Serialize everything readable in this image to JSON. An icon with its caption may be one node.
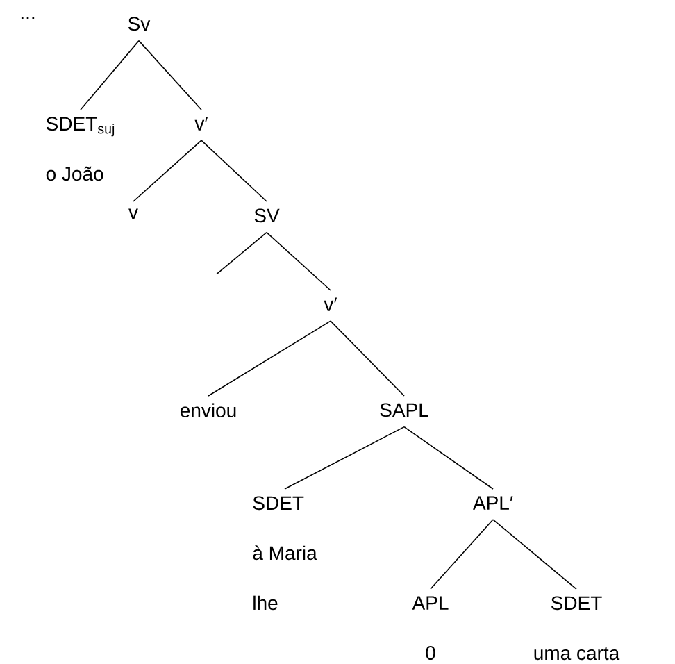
{
  "diagram": {
    "nodes": [
      {
        "text": [
          "..."
        ]
      },
      {
        "text": [
          "Sv"
        ]
      },
      {
        "text": [
          "SDET$_{suj}$",
          "o João"
        ]
      },
      {
        "text": [
          "v′"
        ]
      },
      {
        "text": [
          "v"
        ]
      },
      {
        "text": [
          "SV"
        ]
      },
      {
        "text": [
          "v′"
        ]
      },
      {
        "text": [
          "enviou"
        ]
      },
      {
        "text": [
          "SAPL"
        ]
      },
      {
        "text": [
          "SDET",
          "à Maria",
          "lhe"
        ]
      },
      {
        "text": [
          "APL′"
        ]
      },
      {
        "text": [
          "APL",
          "0"
        ]
      },
      {
        "text": [
          "SDET",
          "uma carta"
        ]
      }
    ],
    "edges": [
      {
        "from": 1,
        "to": 2,
        "arrow": "none"
      },
      {
        "from": 1,
        "to": 3,
        "arrow": "none"
      },
      {
        "from": 3,
        "to": 4,
        "arrow": "none"
      },
      {
        "from": 3,
        "to": 5,
        "arrow": "none"
      },
      {
        "from": 5,
        "to": null,
        "arrow": "none"
      },
      {
        "from": 5,
        "to": 6,
        "arrow": "none"
      },
      {
        "from": 6,
        "to": 7,
        "arrow": "none"
      },
      {
        "from": 6,
        "to": 8,
        "arrow": "none"
      },
      {
        "from": 8,
        "to": 9,
        "arrow": "none"
      },
      {
        "from": 8,
        "to": 10,
        "arrow": "none"
      },
      {
        "from": 10,
        "to": 11,
        "arrow": "none"
      },
      {
        "from": 10,
        "to": 12,
        "arrow": "none"
      }
    ]
  }
}
